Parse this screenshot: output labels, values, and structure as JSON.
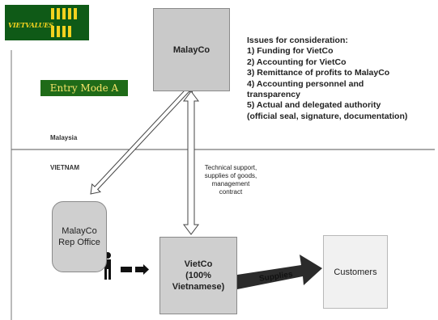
{
  "logo": {
    "text": "VIETVALUES",
    "icon": "vietvalues-logo",
    "colors": {
      "background": "#0f5a17",
      "foreground": "#f3d21f"
    }
  },
  "entry_mode_label": "Entry Mode A",
  "nodes": {
    "malayco": "MalayCo",
    "rep_office": [
      "MalayCo",
      "Rep Office"
    ],
    "vietco": [
      "VietCo",
      "(100%",
      "Vietnamese)"
    ],
    "customers": "Customers"
  },
  "regions": {
    "top": "Malaysia",
    "bottom": "VIETNAM"
  },
  "issues": {
    "title": "Issues for consideration:",
    "items": [
      "1) Funding for VietCo",
      "2) Accounting for VietCo",
      "3) Remittance of profits to MalayCo",
      "4) Accounting personnel and",
      "transparency",
      "5) Actual and delegated authority",
      "(official seal, signature, documentation)"
    ]
  },
  "connector_note": [
    "Technical support,",
    "supplies of goods,",
    "management",
    "contract"
  ],
  "flow_label": "Supplies",
  "icons": [
    "person-icon",
    "handshake-arrow-icon"
  ]
}
